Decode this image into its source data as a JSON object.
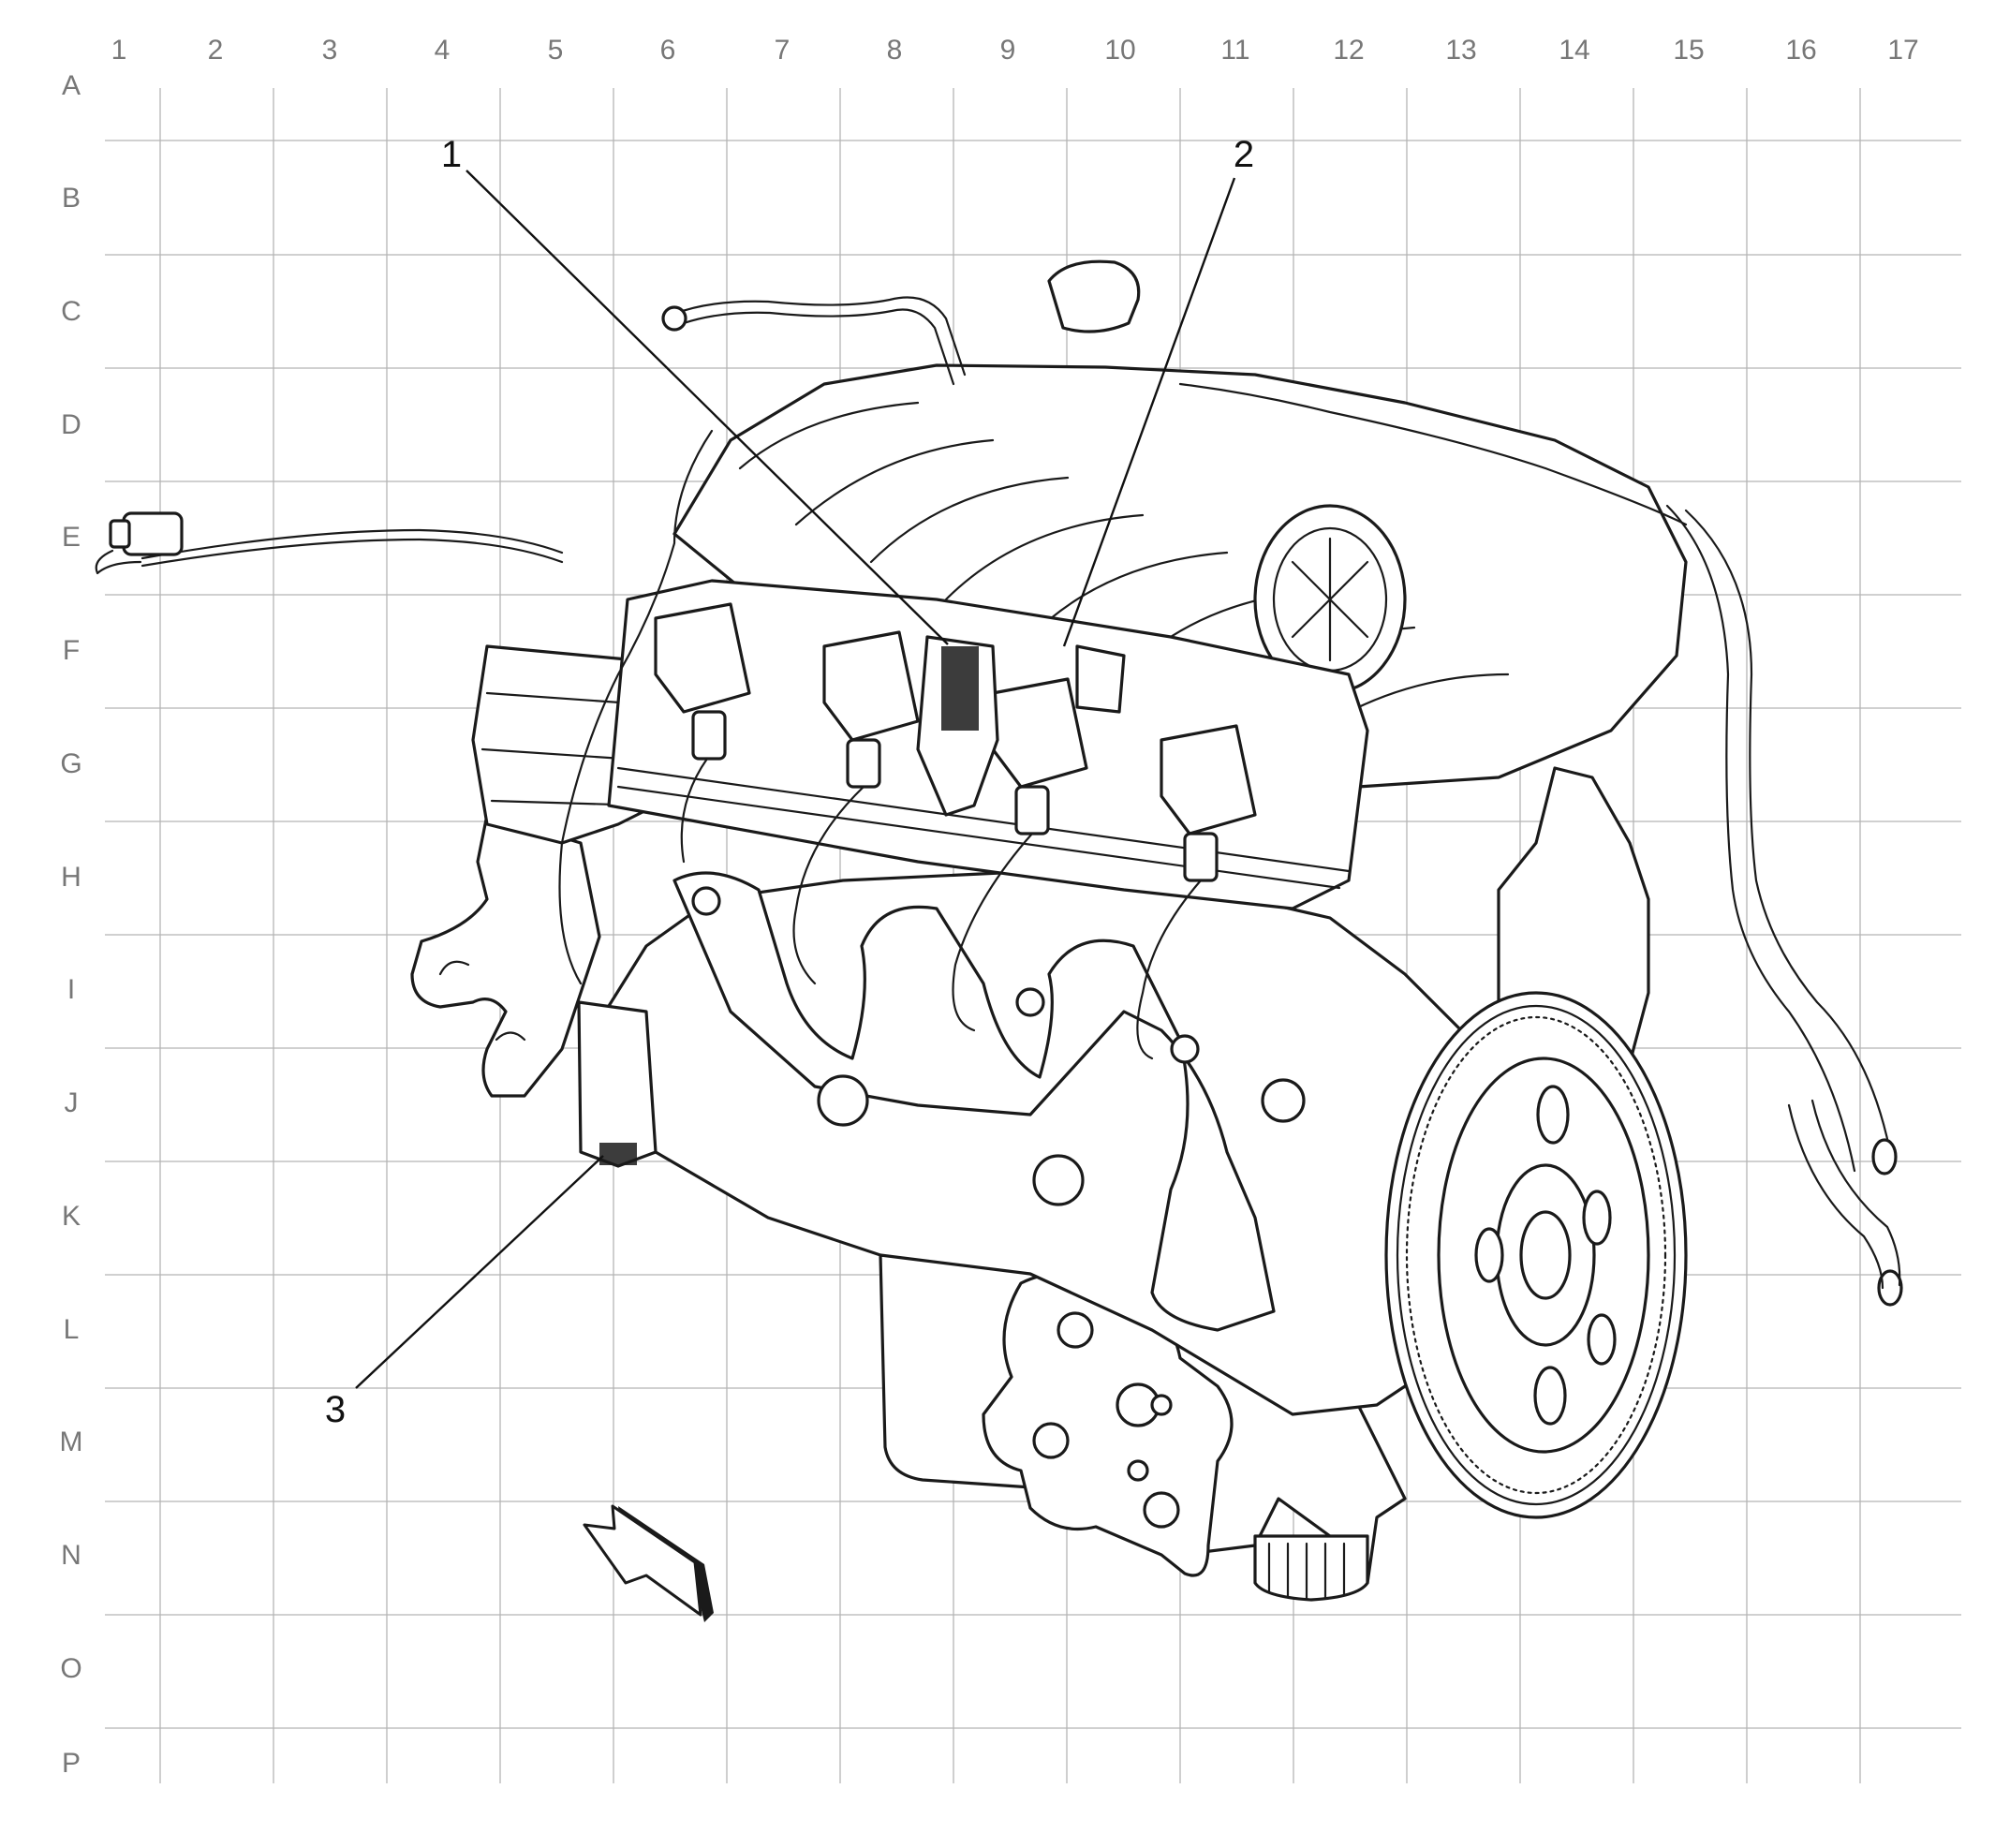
{
  "grid": {
    "columns": [
      "1",
      "2",
      "3",
      "4",
      "5",
      "6",
      "7",
      "8",
      "9",
      "10",
      "11",
      "12",
      "13",
      "14",
      "15",
      "16",
      "17"
    ],
    "rows": [
      "A",
      "B",
      "C",
      "D",
      "E",
      "F",
      "G",
      "H",
      "I",
      "J",
      "K",
      "L",
      "M",
      "N",
      "O",
      "P"
    ]
  },
  "callouts": [
    {
      "number": "1"
    },
    {
      "number": "2"
    },
    {
      "number": "3"
    }
  ],
  "illustration": {
    "subject": "engine-assembly-icon",
    "direction_marker": "forward-arrow-icon"
  },
  "colors": {
    "grid": "#b5b5b5",
    "labels": "#777777",
    "lines": "#1a1a1a"
  }
}
